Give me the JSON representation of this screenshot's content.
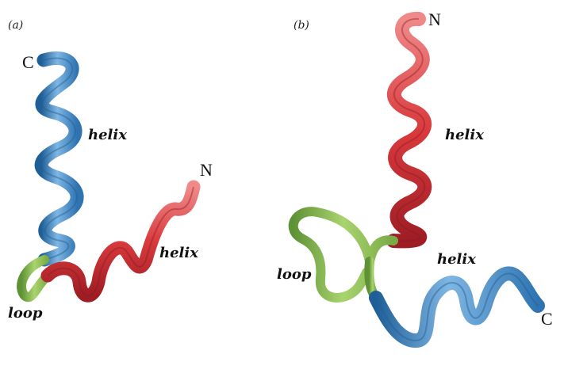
{
  "panels": [
    {
      "label": "(a)",
      "termini": {
        "c": "C",
        "n": "N"
      },
      "labels": {
        "helix_upper": "helix",
        "helix_lower": "helix",
        "loop": "loop"
      }
    },
    {
      "label": "(b)",
      "termini": {
        "n": "N",
        "c": "C"
      },
      "labels": {
        "helix_upper": "helix",
        "helix_lower": "helix",
        "loop": "loop"
      }
    }
  ],
  "colors": {
    "helix_blue": "#3d86c4",
    "helix_blue_dark": "#1f5f97",
    "helix_red": "#d93a3d",
    "helix_red_dark": "#9e1d24",
    "loop_green": "#8ec157",
    "loop_green_dark": "#5f9236"
  }
}
